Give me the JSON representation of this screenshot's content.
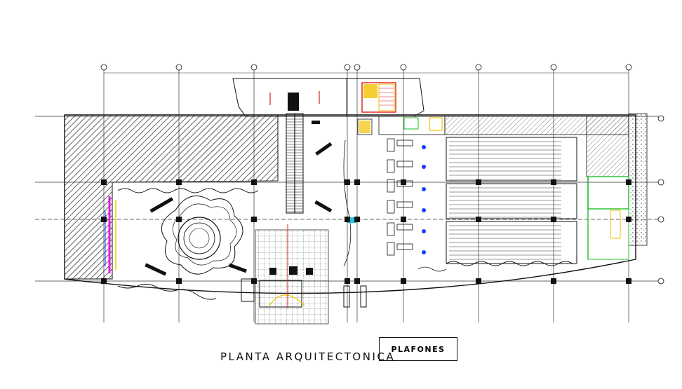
{
  "plan": {
    "title": "PLANTA ARQUITECTONICA",
    "badge": "PLAFONES"
  },
  "colors": {
    "line": "#111111",
    "axis": "#444444",
    "red": "#e0201a",
    "yellow": "#f2c200",
    "green": "#1fbf2a",
    "blue": "#1a3cff",
    "cyan": "#1ec8e0",
    "magenta": "#e020e0"
  },
  "icons": [
    "column-marker",
    "axis-bubble",
    "stair-arrow",
    "hatch-pattern"
  ]
}
